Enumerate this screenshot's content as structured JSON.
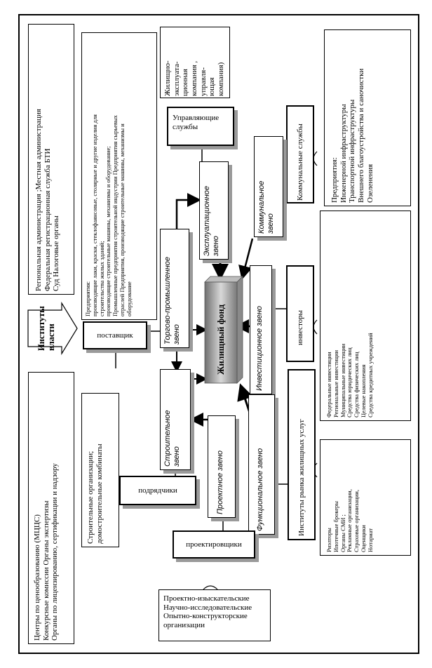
{
  "left_panel": {
    "lines": [
      "Центры по ценообразованию (МЦЦС)",
      "Конкурсные комиссии Органы экспертизы",
      "Органы по лицензированию, сертификации и надзору"
    ]
  },
  "power_institutes": {
    "line1": "Институты",
    "line2": "власти"
  },
  "top_left_panel": {
    "lines": [
      "Региональная администрация ;Местная администрация",
      "Федеральная регистрационная служба БТИ",
      "Суд   Налоговые органы"
    ]
  },
  "supplier": {
    "label": "поставщик"
  },
  "enterprises_box": {
    "lines": [
      "Предприятия:",
      "производящие лаки, краски, стеклофаянсовые, столярные и другие изделия для",
      "строительства жилых зданий;",
      "производящие строительные машины,  механизмы и оборудование;",
      "Промышленные предприятия строительной индустрии Предприятия сырьевых",
      "отраслей Предприятия, производящие строительные машины,  механизмы и",
      "оборудование"
    ]
  },
  "housing_company": {
    "lines": [
      "Жилищно-",
      "эксплуата-",
      "ционная",
      "компания ,",
      "управля-",
      "ющая",
      "компания)"
    ]
  },
  "managing_services": {
    "lines": [
      "Управляющие",
      "службы"
    ]
  },
  "communal_services": {
    "label": "Коммунальные службы"
  },
  "utility_enterprises": {
    "lines": [
      "Предприятия:",
      "Инженерной инфраструктуры",
      "Транспортной инфраструктуры",
      "Внешнего благоустройства и саночистки",
      "Озеленения"
    ]
  },
  "trade_link": {
    "lines": [
      "Торгово-промышленное",
      "звено"
    ]
  },
  "operation_link": {
    "lines": [
      "Эксплуатационное",
      "звено"
    ]
  },
  "communal_link": {
    "lines": [
      "Коммунальное",
      "звено"
    ]
  },
  "housing_fund": {
    "label": "Жилищный фонд"
  },
  "investment_link": {
    "label": "Инвестиционное звено"
  },
  "investors": {
    "label": "инвесторы"
  },
  "investment_sources": {
    "lines": [
      "Федеральные инвестиции",
      "Региональные инвестиции",
      "Муниципальные инвестиции",
      "Средства юридических лиц",
      "Средства физических лиц",
      "Целевые накопления",
      "Средства кредитных учреждений"
    ]
  },
  "construction_link": {
    "lines": [
      "Строительное",
      "звено"
    ]
  },
  "builders": {
    "lines": [
      "Строительные организации;",
      "домостроительные комбинаты"
    ]
  },
  "contractors": {
    "label": "подрядчики"
  },
  "design_link": {
    "label": "Проектное звено"
  },
  "functional_link": {
    "label": "Функциональное звено"
  },
  "market_institutes": {
    "label": "Институты рынка жилищных услуг"
  },
  "market_participants": {
    "lines": [
      "Риэлторы",
      "Ипотечные брокеры",
      "Органы СМИ ;",
      "Рекламные организации,",
      "Страховые организации,",
      "Оценщики",
      "Нотариат"
    ]
  },
  "designers": {
    "label": "проектировщики"
  },
  "design_orgs": {
    "lines": [
      "Проектно-изыскательские",
      "Научно-исследовательские",
      "Опытно-конструкторские",
      "организации"
    ]
  }
}
